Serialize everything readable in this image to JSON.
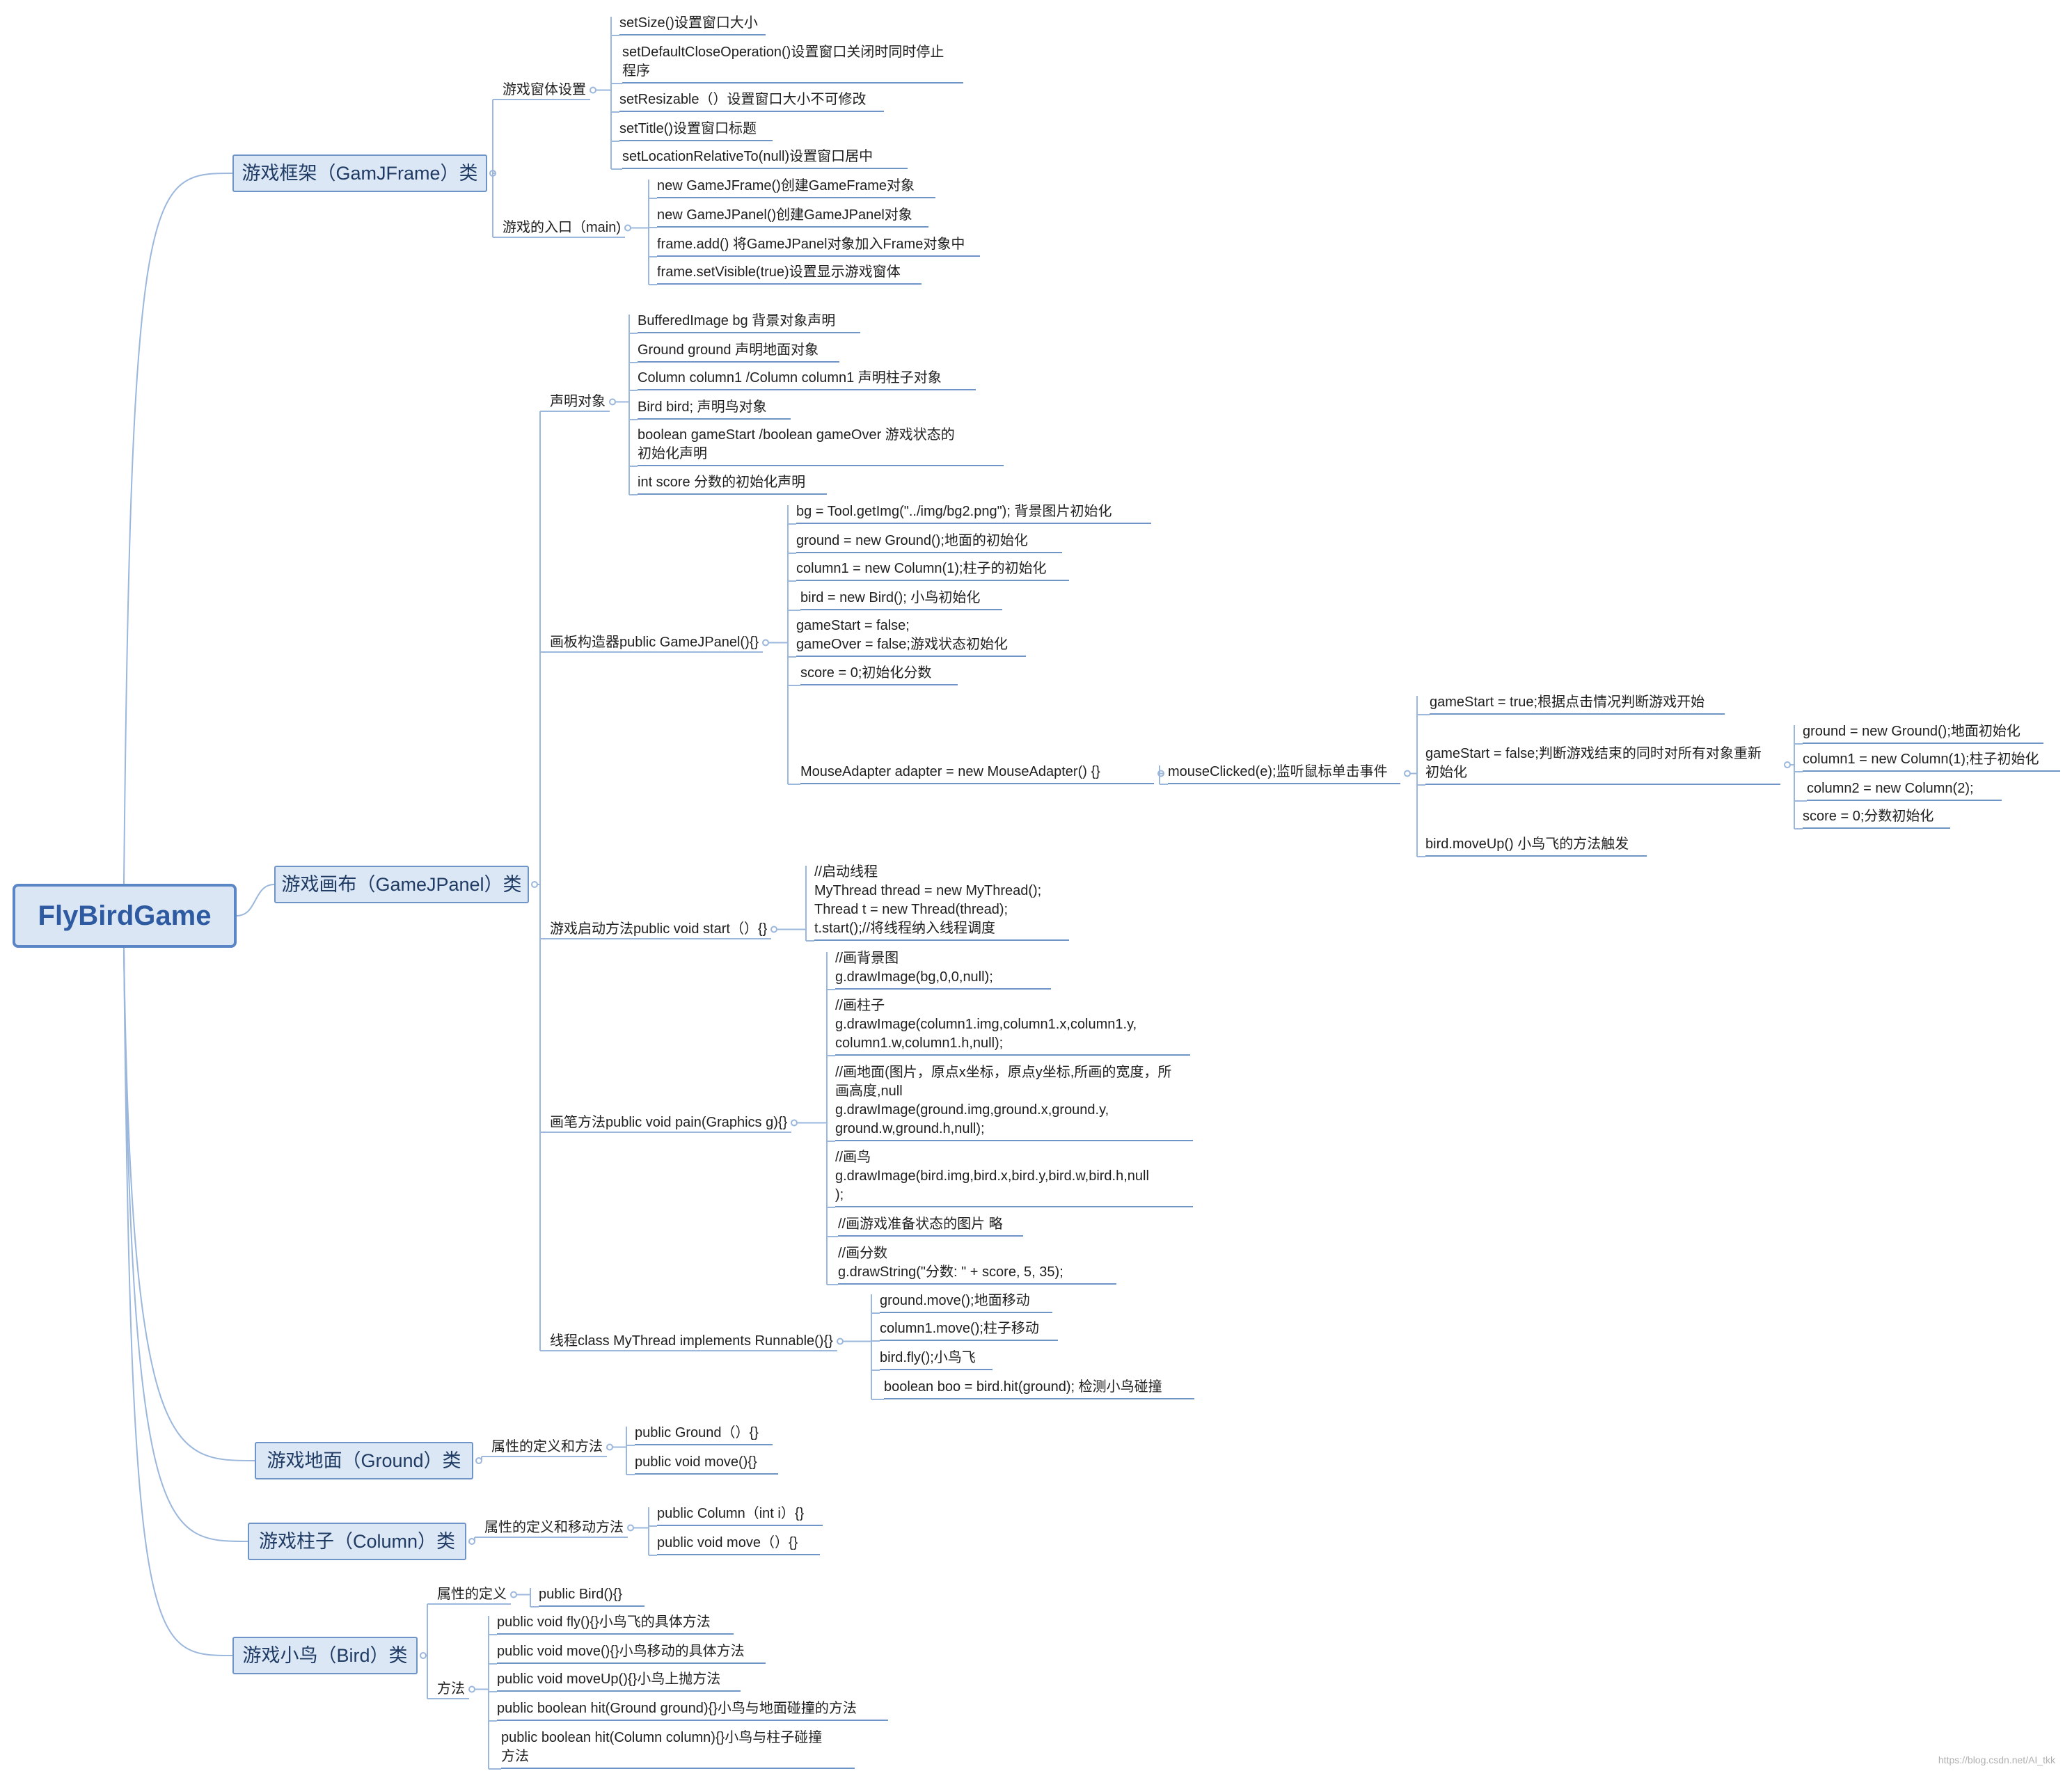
{
  "root": "FlyBirdGame",
  "frame": {
    "title": "游戏框架（GamJFrame）类",
    "window_settings": {
      "label": "游戏窗体设置",
      "items": [
        "setSize()设置窗口大小",
        "setDefaultCloseOperation()设置窗口关闭时同时停止\n程序",
        "setResizable（）设置窗口大小不可修改",
        "setTitle()设置窗口标题",
        "setLocationRelativeTo(null)设置窗口居中"
      ]
    },
    "main_entry": {
      "label": "游戏的入口（main)",
      "items": [
        "new GameJFrame()创建GameFrame对象",
        "new GameJPanel()创建GameJPanel对象",
        "frame.add() 将GameJPanel对象加入Frame对象中",
        "frame.setVisible(true)设置显示游戏窗体"
      ]
    }
  },
  "panel": {
    "title": "游戏画布（GameJPanel）类",
    "declare": {
      "label": "声明对象",
      "items": [
        "BufferedImage bg 背景对象声明",
        "Ground ground 声明地面对象",
        "Column column1 /Column column1 声明柱子对象",
        "Bird bird; 声明鸟对象",
        "boolean gameStart /boolean gameOver 游戏状态的\n初始化声明",
        "int score 分数的初始化声明"
      ]
    },
    "constructor": {
      "label": "画板构造器public GameJPanel(){}",
      "items": [
        "bg = Tool.getImg(\"../img/bg2.png\"); 背景图片初始化",
        "ground = new Ground();地面的初始化",
        "column1 = new Column(1);柱子的初始化",
        "bird = new Bird(); 小鸟初始化",
        "gameStart = false;\ngameOver = false;游戏状态初始化",
        "score = 0;初始化分数"
      ],
      "adapter": {
        "label": "MouseAdapter adapter = new MouseAdapter() {}",
        "clicked": {
          "label": "mouseClicked(e);监听鼠标单击事件",
          "start": "gameStart = true;根据点击情况判断游戏开始",
          "reset": {
            "label": "gameStart = false;判断游戏结束的同时对所有对象重新\n初始化",
            "items": [
              "ground = new Ground();地面初始化",
              "column1 = new Column(1);柱子初始化",
              "column2 = new Column(2);",
              "score = 0;分数初始化"
            ]
          },
          "moveup": "bird.moveUp() 小鸟飞的方法触发"
        }
      }
    },
    "start": {
      "label": "游戏启动方法public void start（）{}",
      "code": "//启动线程\nMyThread thread = new MyThread();\nThread t = new Thread(thread);\nt.start();//将线程纳入线程调度"
    },
    "paint": {
      "label": "画笔方法public void pain(Graphics g){}",
      "items": [
        "//画背景图\n        g.drawImage(bg,0,0,null);",
        "//画柱子\n      g.drawImage(column1.img,column1.x,column1.y,\n                 column1.w,column1.h,null);",
        "//画地面(图片，原点x坐标，原点y坐标,所画的宽度，所\n画高度,null\ng.drawImage(ground.img,ground.x,ground.y,\nground.w,ground.h,null);",
        "//画鸟\ng.drawImage(bird.img,bird.x,bird.y,bird.w,bird.h,null\n);",
        "//画游戏准备状态的图片 略",
        "//画分数\n        g.drawString(\"分数: \" + score, 5, 35);"
      ]
    },
    "thread": {
      "label": "线程class MyThread implements Runnable(){}",
      "items": [
        "ground.move();地面移动",
        "column1.move();柱子移动",
        "bird.fly();小鸟飞",
        "boolean boo = bird.hit(ground); 检测小鸟碰撞"
      ]
    }
  },
  "ground": {
    "title": "游戏地面（Ground）类",
    "label": "属性的定义和方法",
    "items": [
      "public Ground（）{}",
      "public void move(){}"
    ]
  },
  "column": {
    "title": "游戏柱子（Column）类",
    "label": "属性的定义和移动方法",
    "items": [
      "public Column（int i）{}",
      "public void move（）{}"
    ]
  },
  "bird": {
    "title": "游戏小鸟（Bird）类",
    "attr": {
      "label": "属性的定义",
      "item": "public Bird(){}"
    },
    "methods": {
      "label": "方法",
      "items": [
        "public void fly(){}小鸟飞的具体方法",
        "public void move(){}小鸟移动的具体方法",
        "public void moveUp(){}小鸟上抛方法",
        "public boolean hit(Ground ground){}小鸟与地面碰撞的方法",
        "public boolean hit(Column column){}小鸟与柱子碰撞\n方法"
      ]
    }
  },
  "watermark": "https://blog.csdn.net/AI_tkk",
  "colors": {
    "line": "#9bb7dc",
    "underline": "#6f94c8",
    "main_fill": "#dce7f5",
    "root_border": "#5b86c5"
  }
}
